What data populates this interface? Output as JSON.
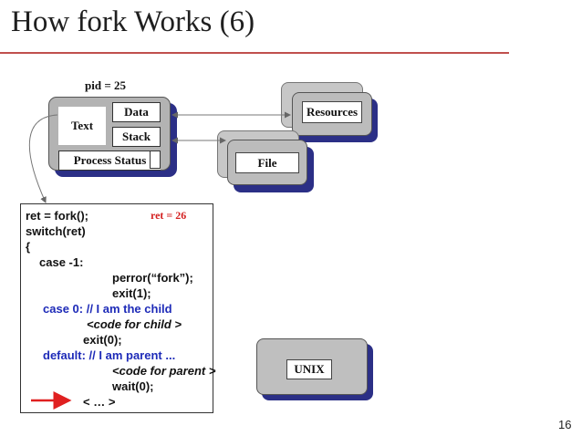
{
  "title": "How fork Works (6)",
  "pid_label": "pid = 25",
  "process": {
    "text": "Text",
    "data": "Data",
    "stack": "Stack",
    "process_status": "Process Status"
  },
  "resources": "Resources",
  "file": "File",
  "unix": "UNIX",
  "ret_value": "ret = 26",
  "code": {
    "l1": "ret = fork();",
    "l2": "switch(ret)",
    "l3": "{",
    "l4": "case -1:",
    "l5": "perror(“fork”);",
    "l6": "exit(1);",
    "l7": "case 0:  // I am the child",
    "l8": "<code for child >",
    "l9": "exit(0);",
    "l10": "default:  // I am parent ...",
    "l11": "<code for parent >",
    "l12": "wait(0);",
    "l13": "< … >"
  },
  "colors": {
    "accent_rule": "#c0504d",
    "box_shadow": "#2b2f86",
    "code_blue": "#1e2bb8",
    "ret_red": "#d42020",
    "arrow_red": "#e02020"
  },
  "page_number": "16"
}
